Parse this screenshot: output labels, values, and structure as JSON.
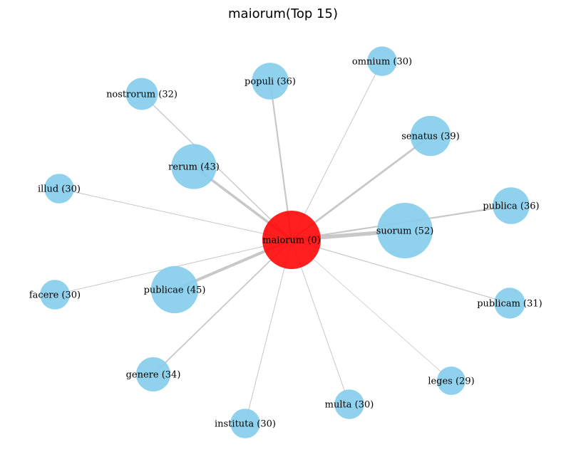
{
  "title": "maiorum(Top 15)",
  "colors": {
    "center_node": "#ff0000",
    "neighbor_node": "#87ceeb",
    "edge": "#c8c8c8",
    "background": "#ffffff"
  },
  "center": {
    "word": "maiorum",
    "count": 0,
    "label": "maiorum (0)"
  },
  "neighbors": [
    {
      "word": "suorum",
      "count": 52,
      "label": "suorum (52)"
    },
    {
      "word": "publicae",
      "count": 45,
      "label": "publicae (45)"
    },
    {
      "word": "rerum",
      "count": 43,
      "label": "rerum (43)"
    },
    {
      "word": "senatus",
      "count": 39,
      "label": "senatus (39)"
    },
    {
      "word": "populi",
      "count": 36,
      "label": "populi (36)"
    },
    {
      "word": "publica",
      "count": 36,
      "label": "publica (36)"
    },
    {
      "word": "genere",
      "count": 34,
      "label": "genere (34)"
    },
    {
      "word": "nostrorum",
      "count": 32,
      "label": "nostrorum (32)"
    },
    {
      "word": "publicam",
      "count": 31,
      "label": "publicam (31)"
    },
    {
      "word": "omnium",
      "count": 30,
      "label": "omnium (30)"
    },
    {
      "word": "illud",
      "count": 30,
      "label": "illud (30)"
    },
    {
      "word": "facere",
      "count": 30,
      "label": "facere (30)"
    },
    {
      "word": "instituta",
      "count": 30,
      "label": "instituta (30)"
    },
    {
      "word": "multa",
      "count": 30,
      "label": "multa (30)"
    },
    {
      "word": "leges",
      "count": 29,
      "label": "leges (29)"
    }
  ]
}
